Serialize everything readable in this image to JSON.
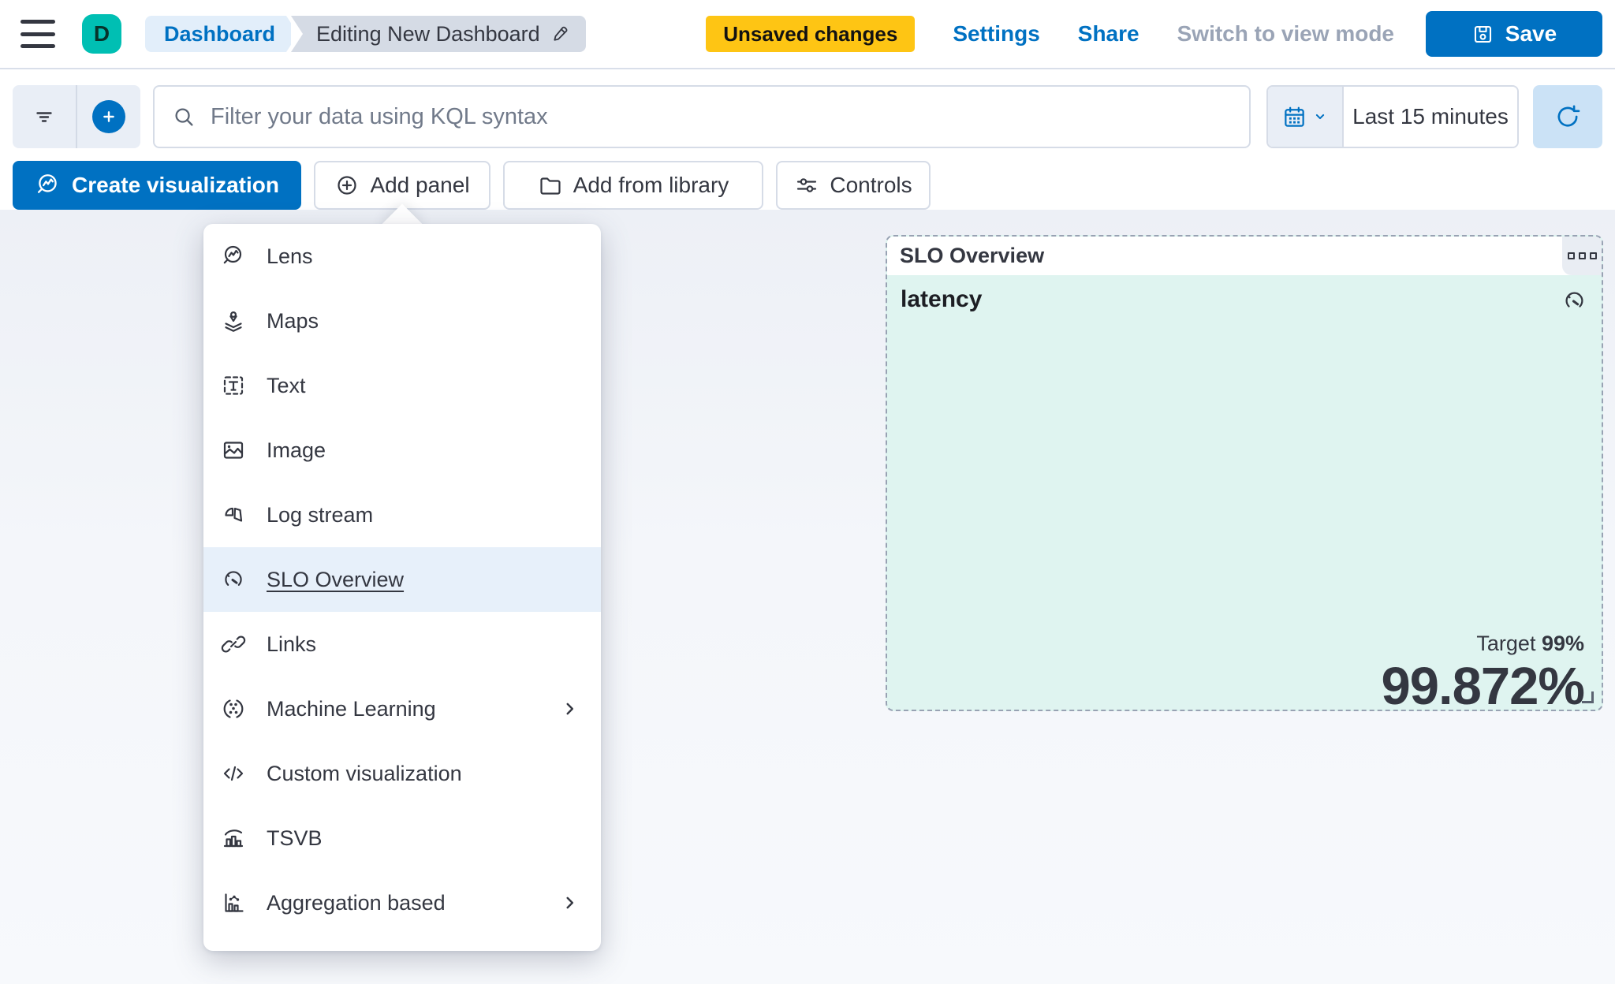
{
  "topbar": {
    "logo_initial": "D",
    "breadcrumbs": {
      "first": "Dashboard",
      "second": "Editing New Dashboard"
    },
    "badge": "Unsaved changes",
    "settings_label": "Settings",
    "share_label": "Share",
    "view_mode_label": "Switch to view mode",
    "save_label": "Save"
  },
  "query_bar": {
    "placeholder": "Filter your data using KQL syntax",
    "time_range": "Last 15 minutes"
  },
  "toolbar": {
    "create_visualization": "Create visualization",
    "add_panel": "Add panel",
    "add_from_library": "Add from library",
    "controls": "Controls"
  },
  "add_panel_menu": {
    "items": [
      {
        "label": "Lens",
        "icon": "lens-icon",
        "highlighted": false,
        "submenu": false
      },
      {
        "label": "Maps",
        "icon": "maps-icon",
        "highlighted": false,
        "submenu": false
      },
      {
        "label": "Text",
        "icon": "text-icon",
        "highlighted": false,
        "submenu": false
      },
      {
        "label": "Image",
        "icon": "image-icon",
        "highlighted": false,
        "submenu": false
      },
      {
        "label": "Log stream",
        "icon": "log-stream-icon",
        "highlighted": false,
        "submenu": false
      },
      {
        "label": "SLO Overview",
        "icon": "gauge-icon",
        "highlighted": true,
        "submenu": false
      },
      {
        "label": "Links",
        "icon": "link-icon",
        "highlighted": false,
        "submenu": false
      },
      {
        "label": "Machine Learning",
        "icon": "machine-learning-icon",
        "highlighted": false,
        "submenu": true
      },
      {
        "label": "Custom visualization",
        "icon": "code-icon",
        "highlighted": false,
        "submenu": false
      },
      {
        "label": "TSVB",
        "icon": "tsvb-icon",
        "highlighted": false,
        "submenu": false
      },
      {
        "label": "Aggregation based",
        "icon": "aggregation-icon",
        "highlighted": false,
        "submenu": true
      }
    ]
  },
  "slo_panel": {
    "title": "SLO Overview",
    "name": "latency",
    "target_label": "Target ",
    "target_value": "99%",
    "value": "99.872%"
  },
  "colors": {
    "primary_blue": "#0071C2",
    "brand_teal": "#00BFB3",
    "warning_yellow": "#FEC514",
    "text_dark": "#343741",
    "menu_highlight": "#E7F0FA",
    "panel_mint": "#DFF4F0",
    "dashed_border": "#98A2B3"
  }
}
